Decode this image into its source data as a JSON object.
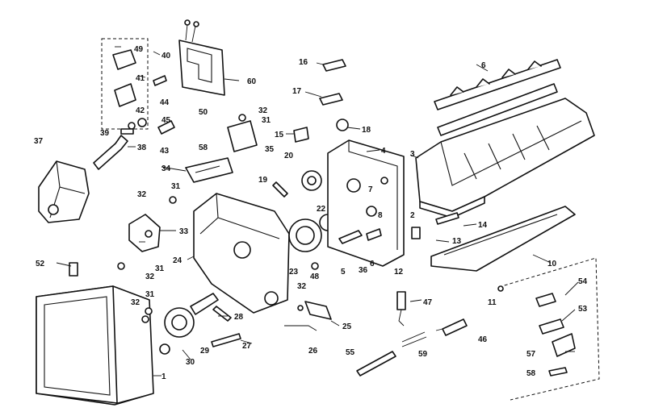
{
  "callouts": {
    "c1": "1",
    "c2": "2",
    "c3": "3",
    "c4": "4",
    "c5": "5",
    "c6a": "6",
    "c6b": "6",
    "c7": "7",
    "c8": "8",
    "c10": "10",
    "c11": "11",
    "c12": "12",
    "c13": "13",
    "c14": "14",
    "c15": "15",
    "c16": "16",
    "c17": "17",
    "c18": "18",
    "c19": "19",
    "c20": "20",
    "c22": "22",
    "c23": "23",
    "c24": "24",
    "c25": "25",
    "c26": "26",
    "c27": "27",
    "c28": "28",
    "c29": "29",
    "c30": "30",
    "c31a": "31",
    "c31b": "31",
    "c31c": "31",
    "c31d": "31",
    "c32a": "32",
    "c32b": "32",
    "c32c": "32",
    "c32d": "32",
    "c32e": "32",
    "c33": "33",
    "c34": "34",
    "c35": "35",
    "c36": "36",
    "c37": "37",
    "c38": "38",
    "c39": "39",
    "c40": "40",
    "c41": "41",
    "c42": "42",
    "c43": "43",
    "c44": "44",
    "c45": "45",
    "c46": "46",
    "c47": "47",
    "c48": "48",
    "c49": "49",
    "c50": "50",
    "c52": "52",
    "c53": "53",
    "c54": "54",
    "c55": "55",
    "c57": "57",
    "c58a": "58",
    "c58b": "58",
    "c59": "59",
    "c60": "60"
  }
}
